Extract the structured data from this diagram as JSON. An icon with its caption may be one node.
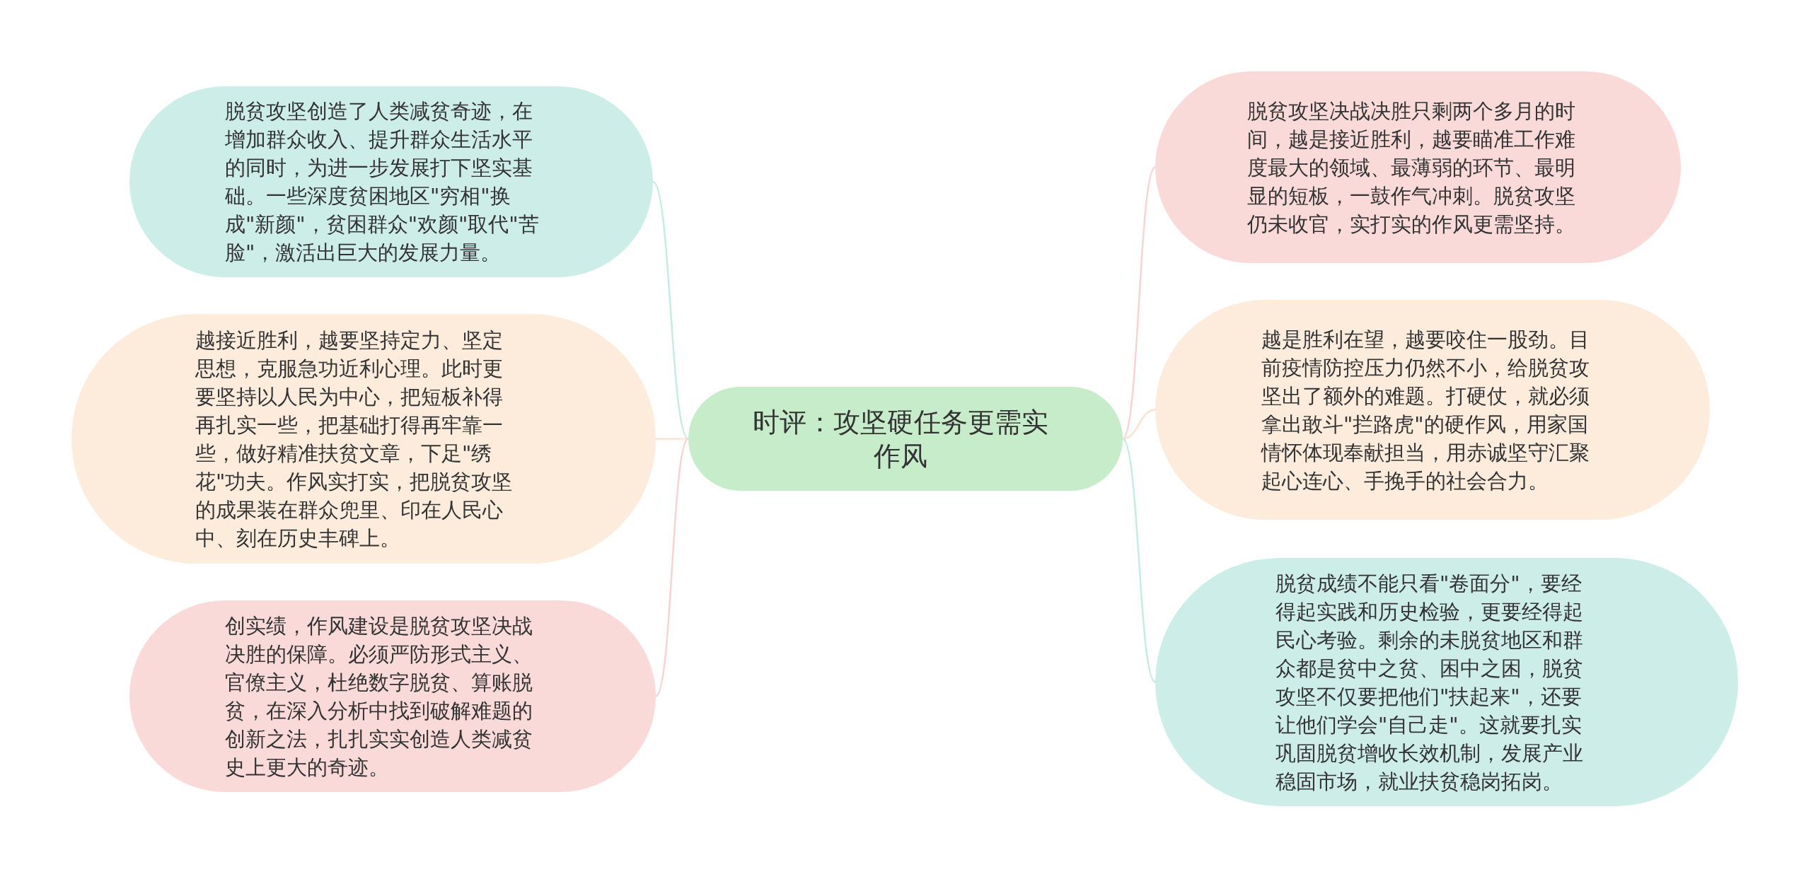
{
  "diagram": {
    "nodes": [
      {
        "text": [
          "时评：攻坚硬任务更需实作风"
        ]
      },
      {
        "text": [
          "脱贫攻坚创造了人类减贫奇迹，在增加群众收入、提升群众生活水平的同时，为进一步发展打下坚实基础。一些深度贫困地区\"穷相\"换成\"新颜\"，贫困群众\"欢颜\"取代\"苦脸\"，激活出巨大的发展力量。"
        ]
      },
      {
        "text": [
          "越接近胜利，越要坚持定力、坚定思想，克服急功近利心理。此时更要坚持以人民为中心，把短板补得再扎实一些，把基础打得再牢靠一些，做好精准扶贫文章，下足\"绣花\"功夫。作风实打实，把脱贫攻坚的成果装在群众兜里、印在人民心中、刻在历史丰碑上。"
        ]
      },
      {
        "text": [
          "创实绩，作风建设是脱贫攻坚决战决胜的保障。必须严防形式主义、官僚主义，杜绝数字脱贫、算账脱贫，在深入分析中找到破解难题的创新之法，扎扎实实创造人类减贫史上更大的奇迹。"
        ]
      },
      {
        "text": [
          "脱贫攻坚决战决胜只剩两个多月的时间，越是接近胜利，越要瞄准工作难度最大的领域、最薄弱的环节、最明显的短板，一鼓作气冲刺。脱贫攻坚仍未收官，实打实的作风更需坚持。"
        ]
      },
      {
        "text": [
          "越是胜利在望，越要咬住一股劲。目前疫情防控压力仍然不小，给脱贫攻坚出了额外的难题。打硬仗，就必须拿出敢斗\"拦路虎\"的硬作风，用家国情怀体现奉献担当，用赤诚坚守汇聚起心连心、手挽手的社会合力。"
        ]
      },
      {
        "text": [
          "脱贫成绩不能只看\"卷面分\"，要经得起实践和历史检验，更要经得起民心考验。剩余的未脱贫地区和群众都是贫中之贫、困中之困，脱贫攻坚不仅要把他们\"扶起来\"，还要让他们学会\"自己走\"。这就要扎实巩固脱贫增收长效机制，发展产业稳固市场，就业扶贫稳岗拓岗。"
        ]
      }
    ],
    "edges": [
      {
        "from": 0,
        "to": 1,
        "arrow": "none",
        "color": "#c5ece4"
      },
      {
        "from": 0,
        "to": 2,
        "arrow": "none",
        "color": "#fde3cf"
      },
      {
        "from": 0,
        "to": 3,
        "arrow": "none",
        "color": "#f8d3d3"
      },
      {
        "from": 0,
        "to": 4,
        "arrow": "none",
        "color": "#f8d3d3"
      },
      {
        "from": 0,
        "to": 5,
        "arrow": "none",
        "color": "#fde3cf"
      },
      {
        "from": 0,
        "to": 6,
        "arrow": "none",
        "color": "#c5ece4"
      }
    ]
  }
}
